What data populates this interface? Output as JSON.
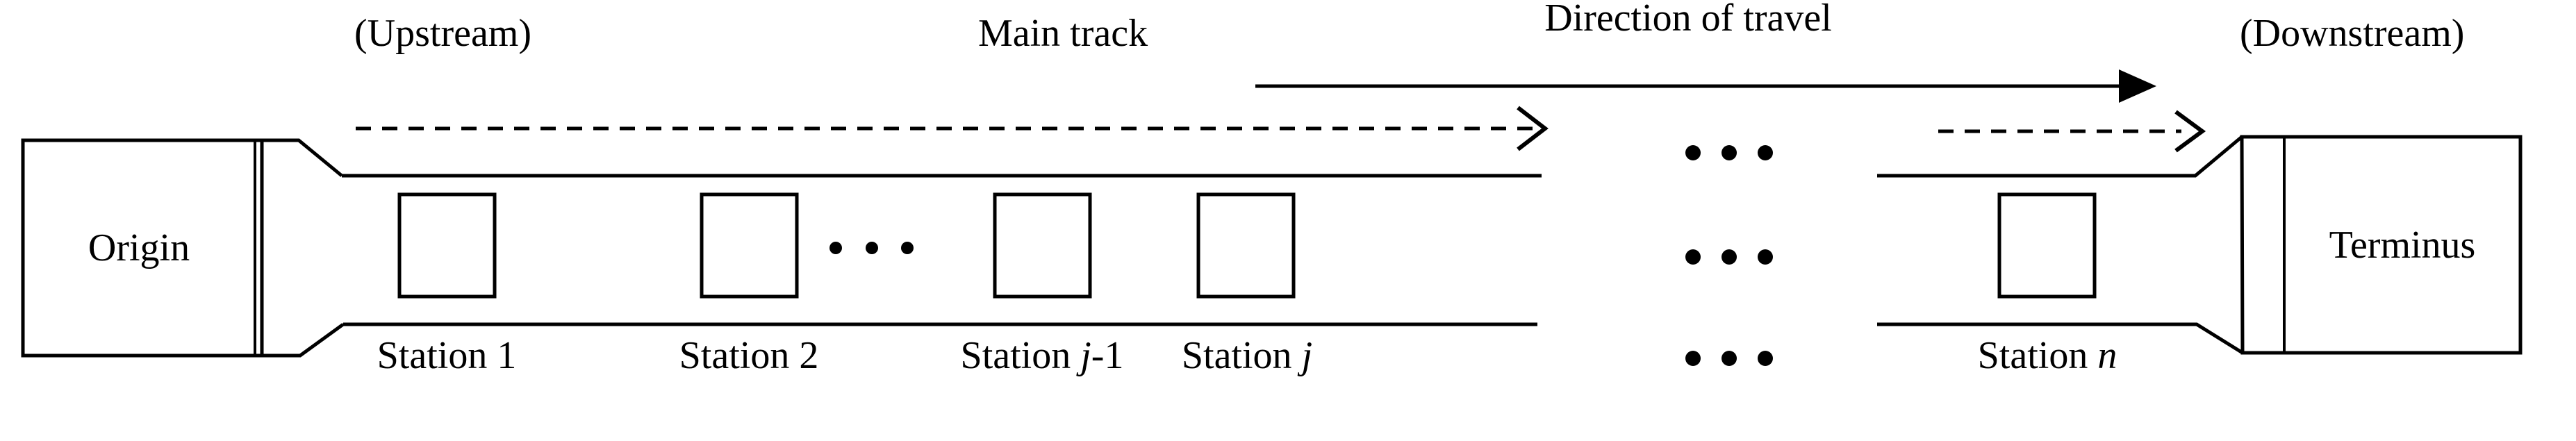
{
  "figure": {
    "title": "Linear transit corridor schematic",
    "background_color": "#ffffff",
    "line_color": "#000000"
  },
  "terminals": {
    "origin": {
      "label": "Origin"
    },
    "terminus": {
      "label": "Terminus"
    }
  },
  "annotations": {
    "upstream": "(Upstream)",
    "downstream": "(Downstream)",
    "main_track": "Main track",
    "direction_of_travel": "Direction of travel"
  },
  "stations": [
    {
      "id": "station-1",
      "label_prefix": "Station ",
      "label_index": "1",
      "index_italic": false,
      "suffix": ""
    },
    {
      "id": "station-2",
      "label_prefix": "Station ",
      "label_index": "2",
      "index_italic": false,
      "suffix": ""
    },
    {
      "id": "station-j-minus-1",
      "label_prefix": "Station ",
      "label_index": "j",
      "index_italic": true,
      "suffix": "-1"
    },
    {
      "id": "station-j",
      "label_prefix": "Station ",
      "label_index": "j",
      "index_italic": true,
      "suffix": ""
    },
    {
      "id": "station-n",
      "label_prefix": "Station ",
      "label_index": "n",
      "index_italic": true,
      "suffix": ""
    }
  ],
  "station_labels": {
    "station_1": "Station 1",
    "station_2": "Station 2",
    "station_j_minus_1_pre": "Station ",
    "station_j_minus_1_var": "j",
    "station_j_minus_1_post": "-1",
    "station_j_pre": "Station ",
    "station_j_var": "j",
    "station_n_pre": "Station ",
    "station_n_var": "n"
  },
  "ellipses": {
    "inline_between_station2_and_jminus1": "• • •",
    "gap_column_row_top": "• • •",
    "gap_column_row_middle": "• • •",
    "gap_column_row_bottom": "• • •"
  },
  "arrows": {
    "direction_of_travel": {
      "style": "solid",
      "head": "filled-triangle",
      "points_to": "right"
    },
    "upstream_dashed_left": {
      "style": "dashed",
      "head": "open-chevron",
      "points_to": "right"
    },
    "upstream_dashed_right": {
      "style": "dashed",
      "head": "open-chevron",
      "points_to": "right"
    }
  }
}
